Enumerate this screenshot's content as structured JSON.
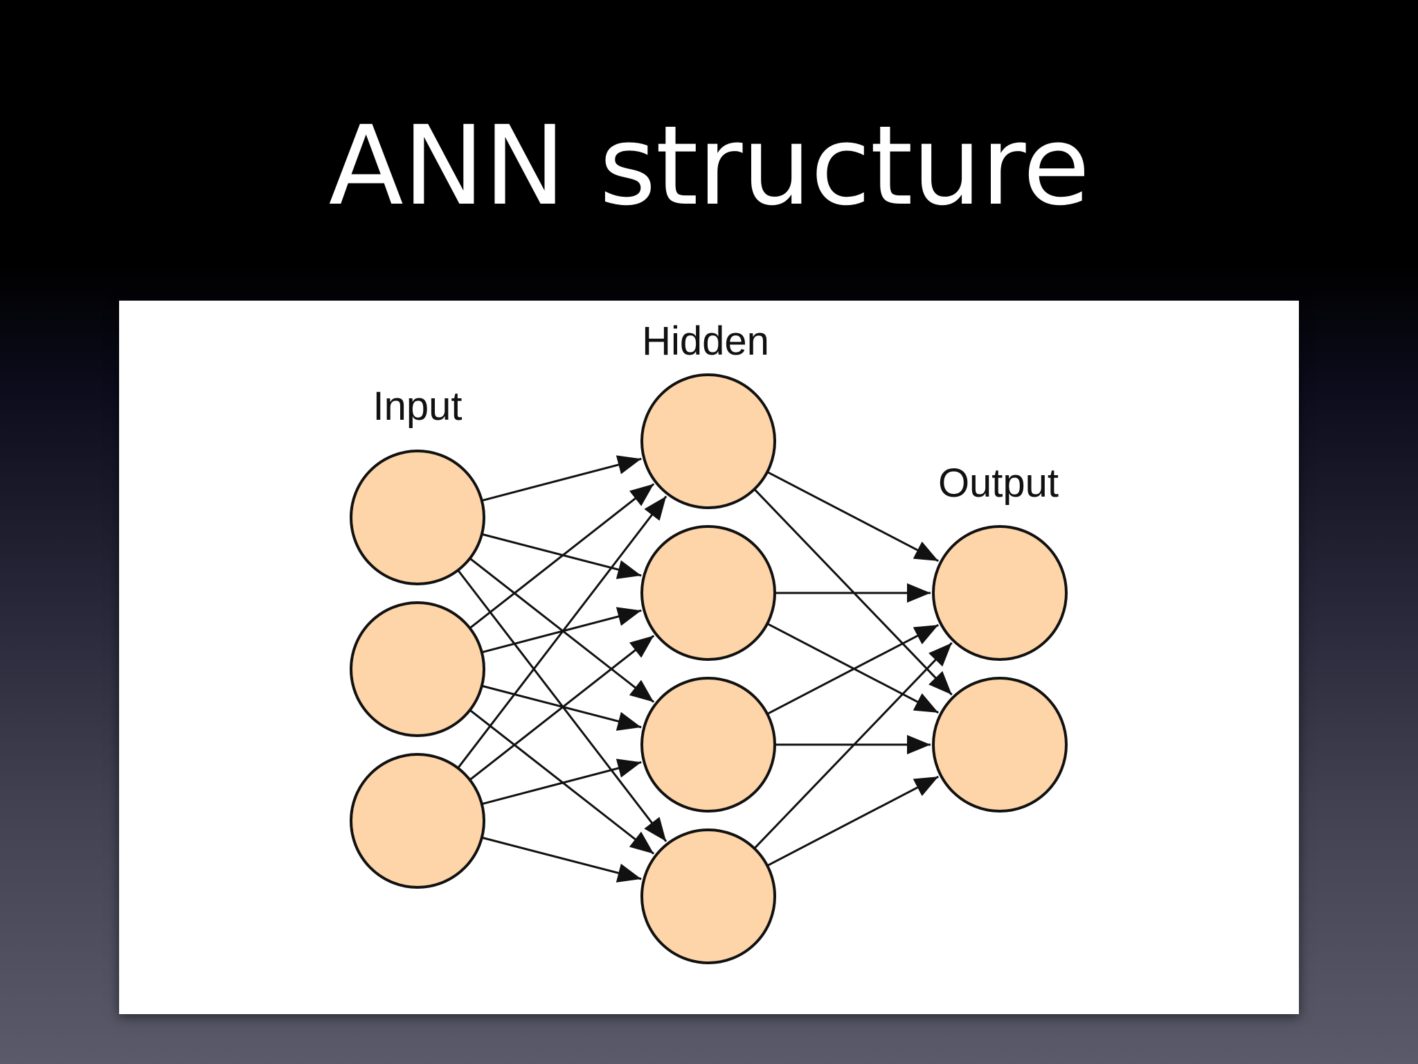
{
  "slide": {
    "title": "ANN structure"
  },
  "diagram": {
    "layers": [
      {
        "key": "input",
        "label": "Input",
        "node_count": 3
      },
      {
        "key": "hidden",
        "label": "Hidden",
        "node_count": 4
      },
      {
        "key": "output",
        "label": "Output",
        "node_count": 2
      }
    ],
    "connections": "fully-connected between adjacent layers",
    "colors": {
      "node_fill": "#fdd5a8",
      "node_stroke": "#111111",
      "edge": "#111111",
      "panel": "#ffffff",
      "title_text": "#ffffff"
    }
  }
}
